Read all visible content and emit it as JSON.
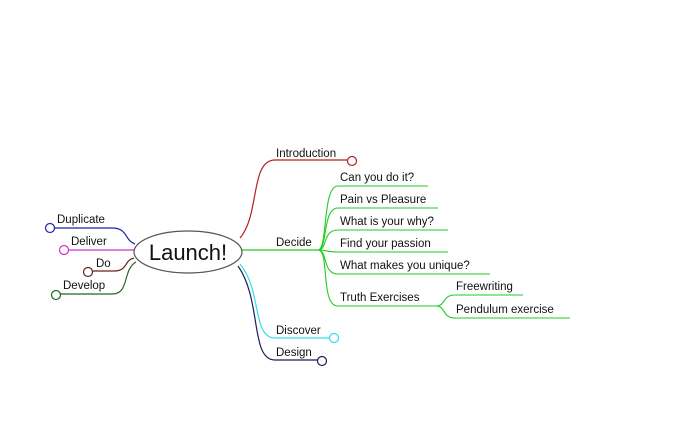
{
  "central_topic": "Launch!",
  "colors": {
    "introduction": "#b22222",
    "decide": "#22cc22",
    "discover": "#33ddee",
    "design": "#1c1c5a",
    "duplicate": "#2222aa",
    "deliver": "#cc33cc",
    "do": "#662222",
    "develop": "#226622"
  },
  "right_branches": {
    "introduction": "Introduction",
    "decide": {
      "label": "Decide",
      "children": [
        "Can you do it?",
        "Pain vs Pleasure",
        "What is your why?",
        "Find your passion",
        "What makes you unique?"
      ],
      "truth_exercises": {
        "label": "Truth Exercises",
        "children": [
          "Freewriting",
          "Pendulum exercise"
        ]
      }
    },
    "discover": "Discover",
    "design": "Design"
  },
  "left_branches": {
    "duplicate": "Duplicate",
    "deliver": "Deliver",
    "do": "Do",
    "develop": "Develop"
  }
}
